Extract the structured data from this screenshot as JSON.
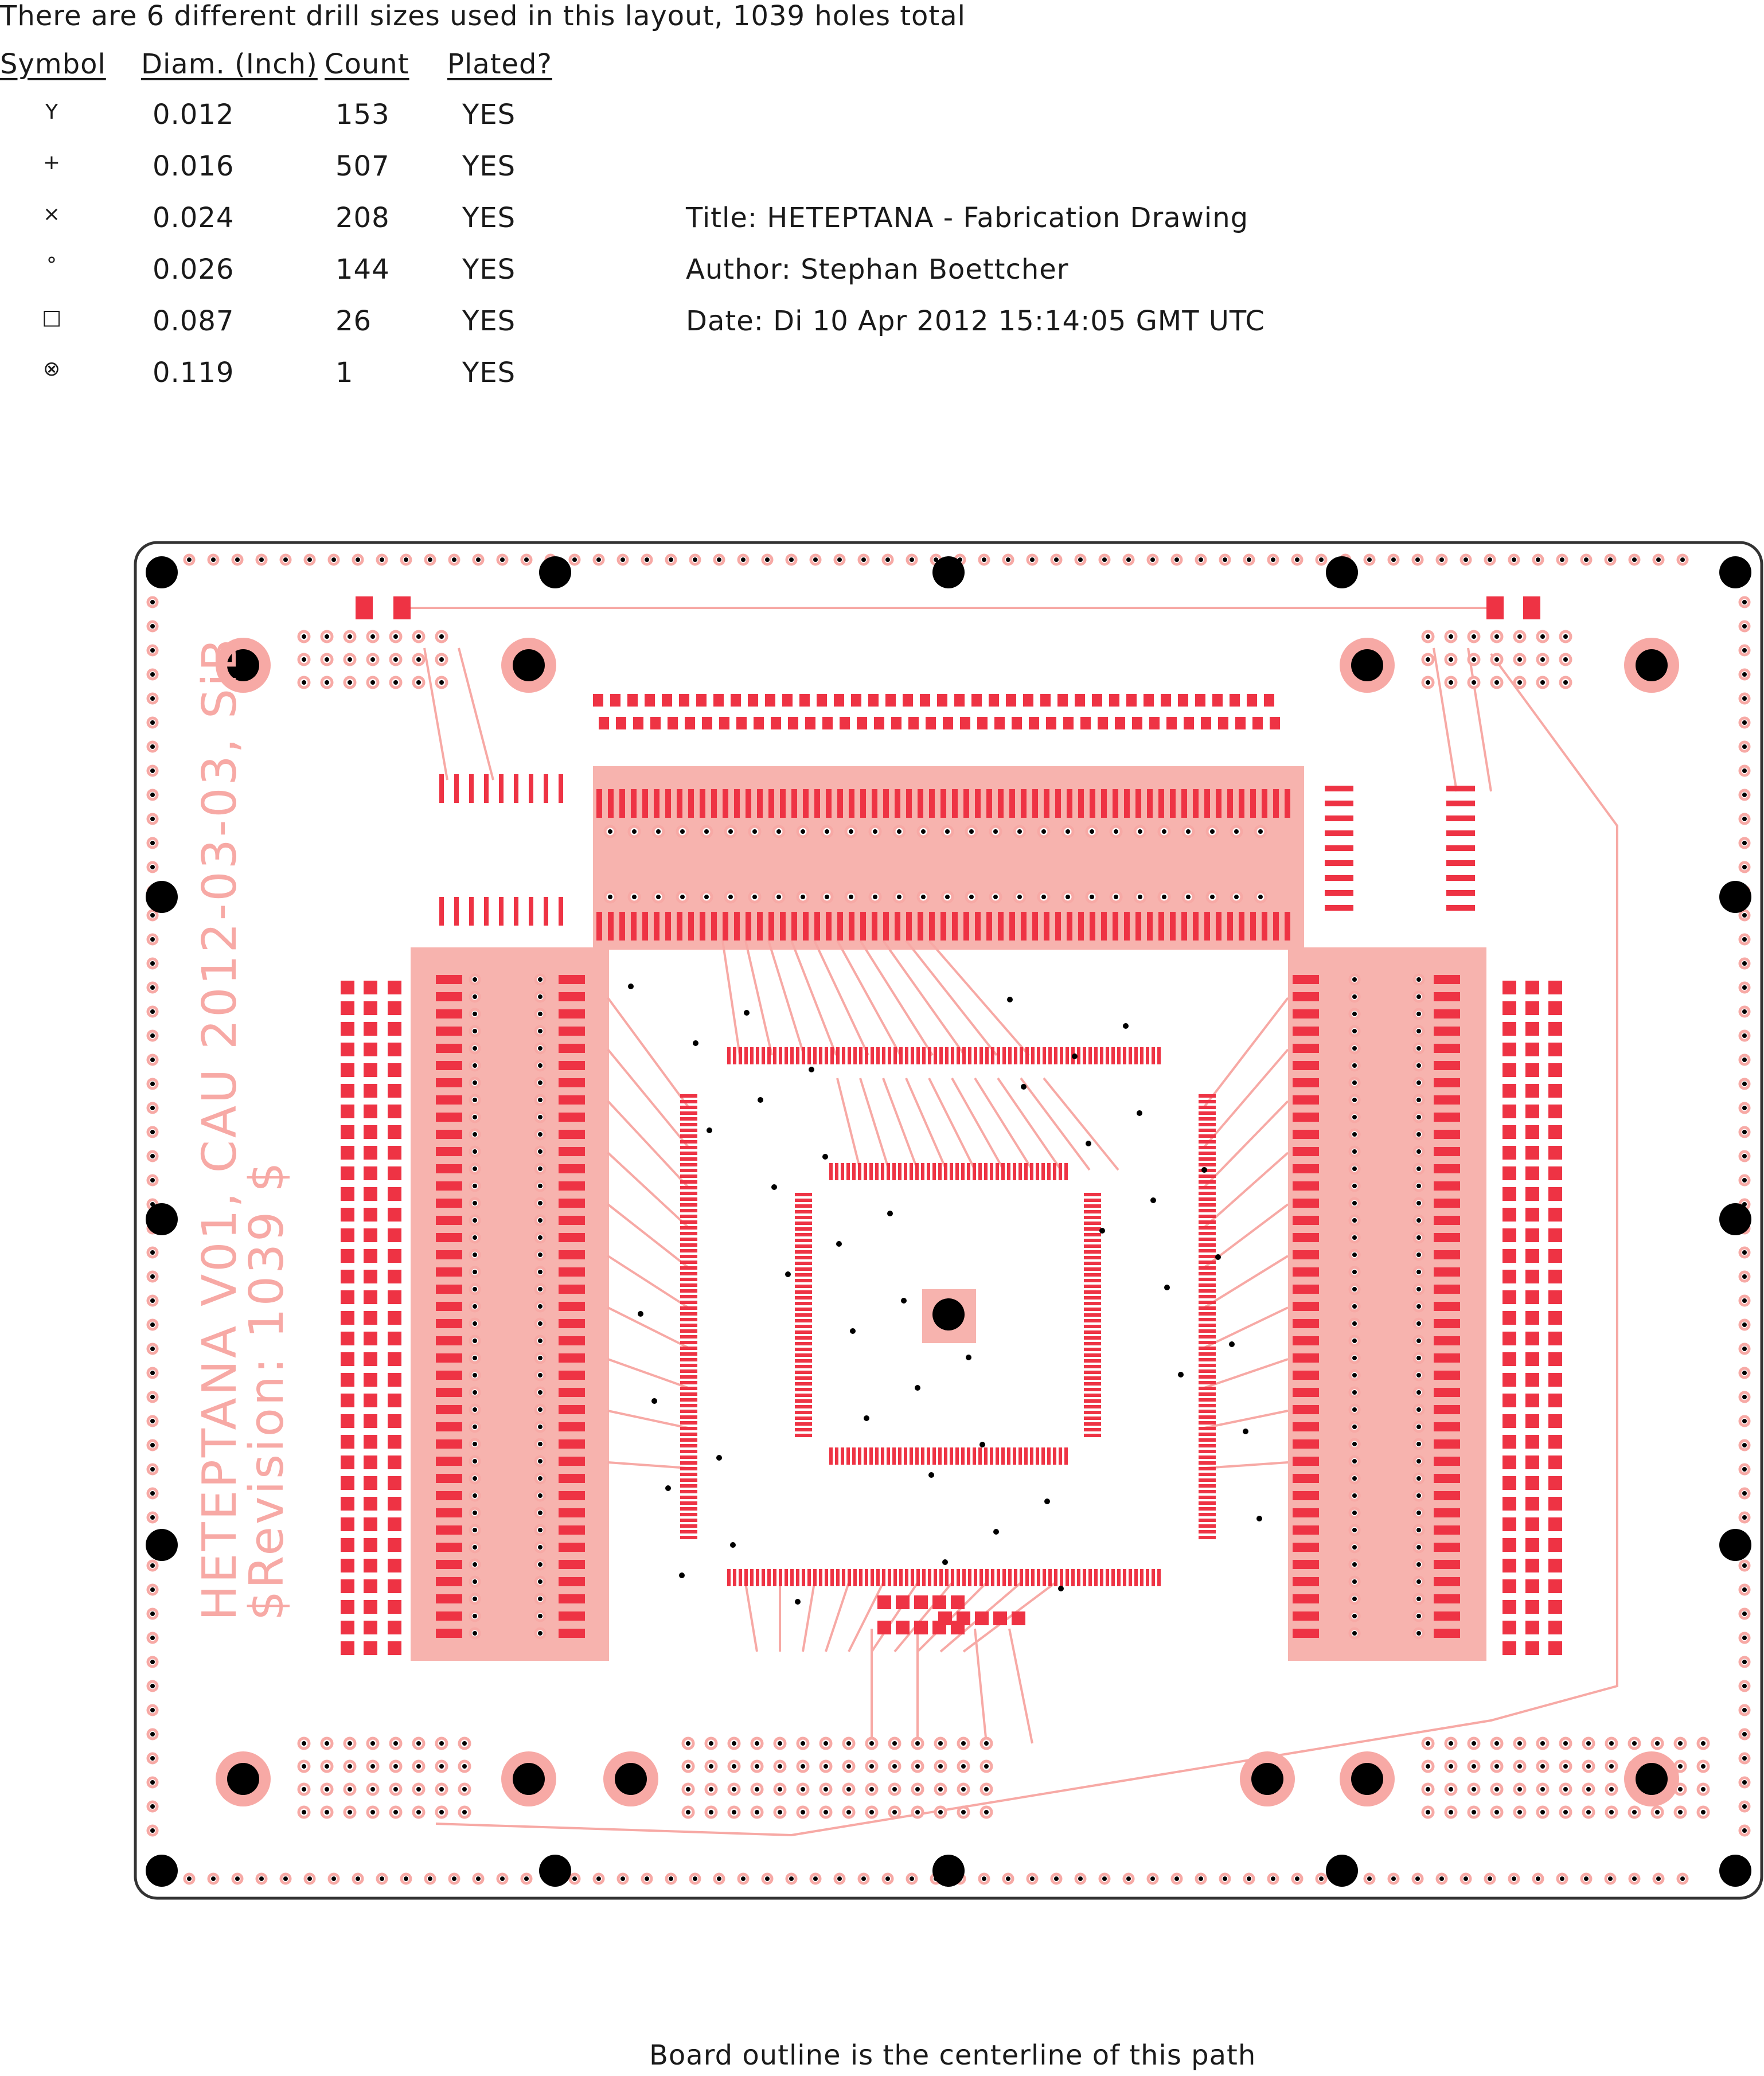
{
  "summary": "There are 6 different drill sizes used in this layout, 1039 holes total",
  "table": {
    "headers": [
      "Symbol",
      "Diam. (Inch)",
      "Count",
      "Plated?"
    ],
    "rows": [
      {
        "symbol": "Y",
        "diam": "0.012",
        "count": "153",
        "plated": "YES"
      },
      {
        "symbol": "+",
        "diam": "0.016",
        "count": "507",
        "plated": "YES"
      },
      {
        "symbol": "×",
        "diam": "0.024",
        "count": "208",
        "plated": "YES"
      },
      {
        "symbol": "°",
        "diam": "0.026",
        "count": "144",
        "plated": "YES"
      },
      {
        "symbol": "□",
        "diam": "0.087",
        "count": "26",
        "plated": "YES"
      },
      {
        "symbol": "⊗",
        "diam": "0.119",
        "count": "1",
        "plated": "YES"
      }
    ]
  },
  "titleblock": {
    "title": "Title: HETEPTANA - Fabrication Drawing",
    "author": "Author: Stephan Boettcher",
    "date": "Date: Di 10 Apr 2012 15:14:05 GMT UTC"
  },
  "board_text": {
    "line1": "HETEPTANA V01, CAU 2012-03-03, SiB",
    "line2": "$Revision: 1039 $"
  },
  "footer": "Board outline is the centerline of this path",
  "colors": {
    "trace": "#f7a9a5",
    "pad": "#ee3344",
    "drill": "#000000",
    "outline": "#333333"
  }
}
